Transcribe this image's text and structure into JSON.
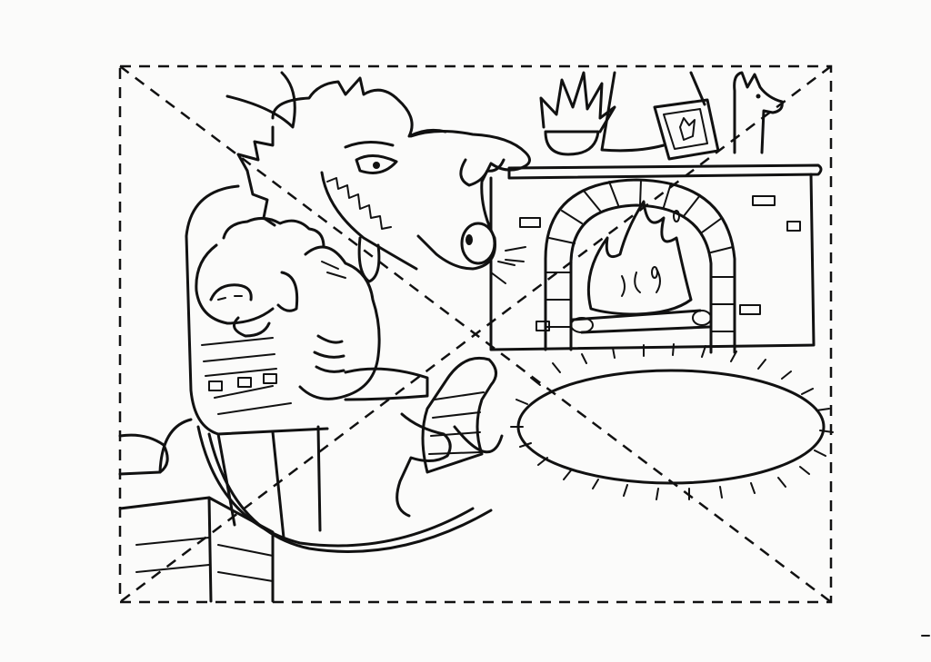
{
  "page": {
    "background": "#fbfbfa",
    "ink": "#111111"
  },
  "illustration": {
    "kind": "coloring-page line art",
    "subjects": [
      "wolf-in-sheepskin",
      "sheep-costume",
      "rocking-chair",
      "fireplace",
      "fire",
      "oval-rug",
      "potted-plant",
      "framed-picture",
      "llama-figurine",
      "side-table",
      "pot"
    ],
    "cut_guides": [
      "dashed-border",
      "dashed-diagonal-tl-br",
      "dashed-diagonal-tr-bl"
    ]
  }
}
